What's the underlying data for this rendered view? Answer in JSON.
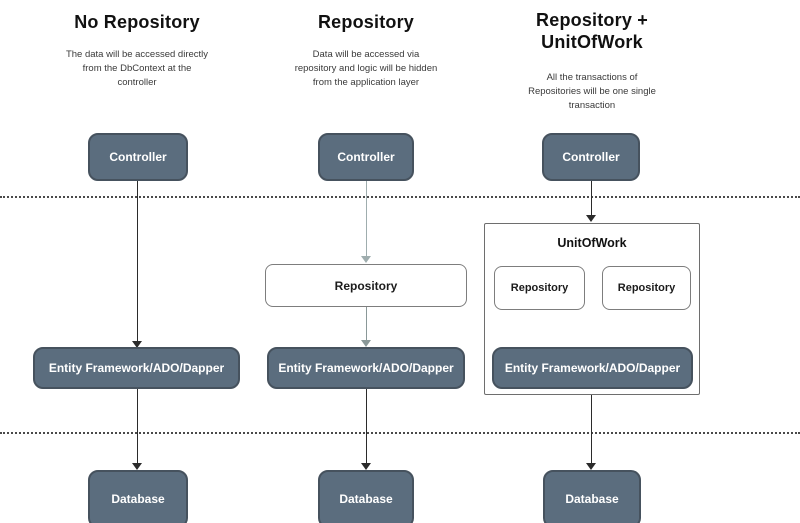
{
  "colors": {
    "box_dark_bg": "#5b6d7e",
    "box_dark_border": "#46525e",
    "box_light_border": "#7d7d7d",
    "arrow_dark": "#2b2b2b",
    "arrow_light": "#9fadae",
    "arrow_mid": "#8a9898",
    "dotted_line": "#4a4a4a",
    "text_dark": "#111111",
    "text_desc": "#3a3a3a",
    "box_text": "#ffffff"
  },
  "columns": [
    {
      "id": "no-repository",
      "title": "No Repository",
      "description": "The data will be accessed directly\nfrom the DbContext at the\ncontroller",
      "nodes": {
        "controller": "Controller",
        "ef": "Entity Framework/ADO/Dapper",
        "database": "Database"
      }
    },
    {
      "id": "repository",
      "title": "Repository",
      "description": "Data will be accessed via\nrepository and logic will be hidden\nfrom the application layer",
      "nodes": {
        "controller": "Controller",
        "repository": "Repository",
        "ef": "Entity Framework/ADO/Dapper",
        "database": "Database"
      }
    },
    {
      "id": "repository-unitofwork",
      "title": "Repository +\nUnitOfWork",
      "description": "All the transactions of\nRepositories will be one single\ntransaction",
      "nodes": {
        "controller": "Controller",
        "unitofwork": "UnitOfWork",
        "repository_left": "Repository",
        "repository_right": "Repository",
        "ef": "Entity Framework/ADO/Dapper",
        "database": "Database"
      }
    }
  ]
}
